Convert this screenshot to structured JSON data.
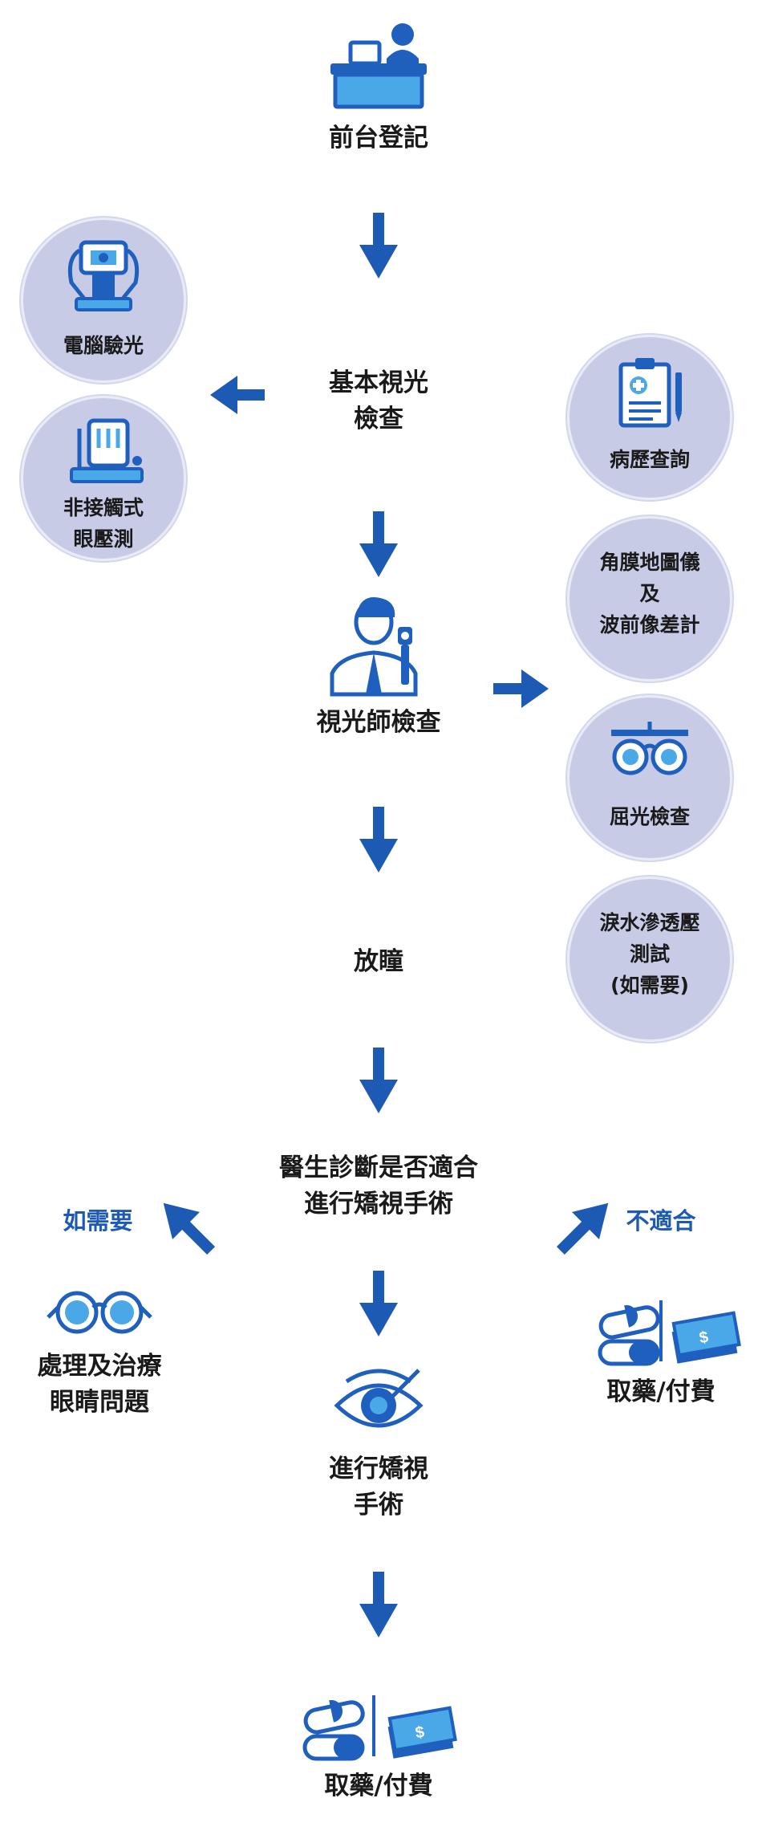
{
  "main_flow": {
    "reception": "前台登記",
    "basic_check_line1": "基本視光",
    "basic_check_line2": "檢查",
    "optometrist": "視光師檢查",
    "dilation": "放瞳",
    "diagnosis_line1": "醫生診斷是否適合",
    "diagnosis_line2": "進行矯視手術",
    "surgery_line1": "進行矯視",
    "surgery_line2": "手術",
    "final": "取藥/付費"
  },
  "left_tests": {
    "autorefraction": "電腦驗光",
    "tonometry_line1": "非接觸式",
    "tonometry_line2": "眼壓測"
  },
  "right_tests": {
    "history": "病歷查詢",
    "topography_line1": "角膜地圖儀",
    "topography_line2": "及",
    "topography_line3": "波前像差計",
    "refraction": "屈光檢查",
    "tear_line1": "淚水滲透壓",
    "tear_line2": "測試",
    "tear_line3": "(如需要)"
  },
  "branches": {
    "if_needed": "如需要",
    "treat_line1": "處理及治療",
    "treat_line2": "眼睛問題",
    "not_suitable": "不適合",
    "not_suitable_outcome": "取藥/付費"
  },
  "colors": {
    "arrow": "#1d5ab4",
    "icon": "#1f5fbd",
    "icon_light": "#4ba8e8",
    "circle": "#c7cbe6"
  }
}
